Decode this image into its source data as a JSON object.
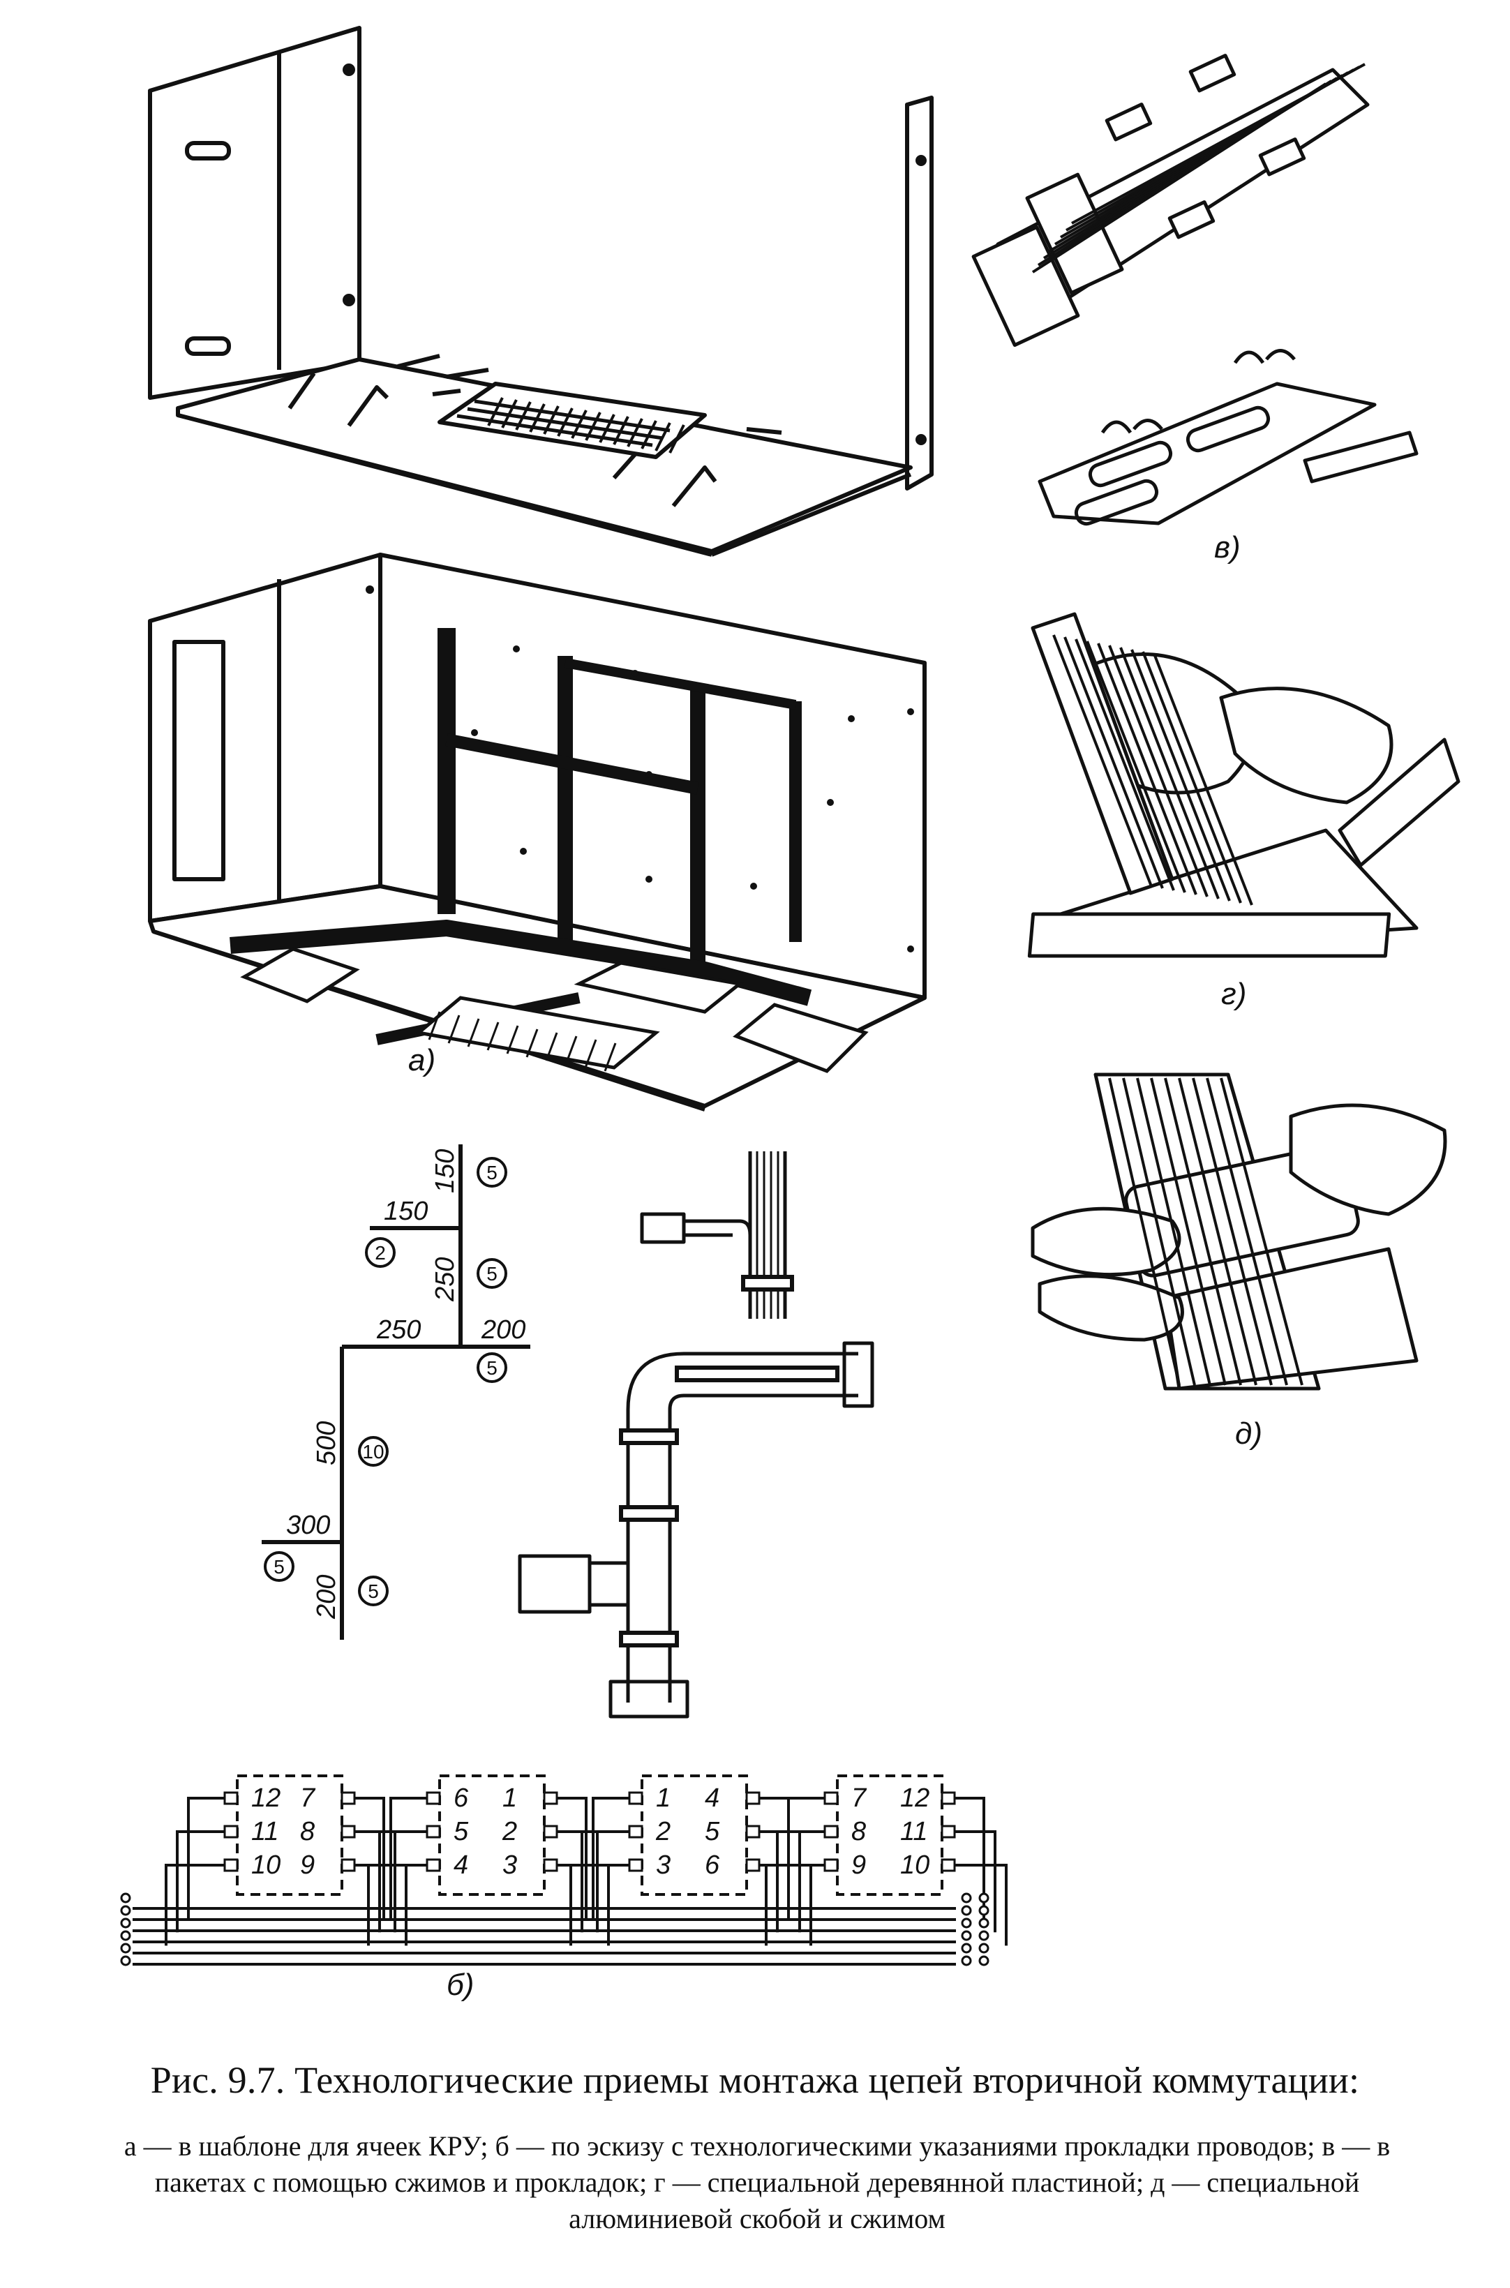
{
  "figure": {
    "panel_labels": {
      "a": "а)",
      "b": "б)",
      "v": "в)",
      "g": "г)",
      "d": "д)"
    },
    "sketch_dimensions": {
      "top_segment": "150",
      "branch_1": "150",
      "segment_2": "250",
      "branch_2": "250",
      "branch_3": "200",
      "segment_4": "500",
      "branch_4": "300",
      "segment_5": "200"
    },
    "sketch_wire_counts": [
      "5",
      "2",
      "5",
      "5",
      "10",
      "5",
      "5"
    ],
    "terminal_blocks": [
      {
        "left": [
          "12",
          "11",
          "10"
        ],
        "right": [
          "7",
          "8",
          "9"
        ]
      },
      {
        "left": [
          "6",
          "5",
          "4"
        ],
        "right": [
          "1",
          "2",
          "3"
        ]
      },
      {
        "left": [
          "1",
          "2",
          "3"
        ],
        "right": [
          "4",
          "5",
          "6"
        ]
      },
      {
        "left": [
          "7",
          "8",
          "9"
        ],
        "right": [
          "12",
          "11",
          "10"
        ]
      }
    ]
  },
  "caption": {
    "title": "Рис. 9.7. Технологические приемы монтажа цепей вторичной коммутации:",
    "body": "а — в шаблоне для ячеек КРУ; б — по эскизу с технологическими указаниями прокладки проводов; в — в пакетах с помощью сжимов и прокладок; г — специальной деревянной пластиной; д — специальной алюминиевой скобой и сжимом"
  }
}
